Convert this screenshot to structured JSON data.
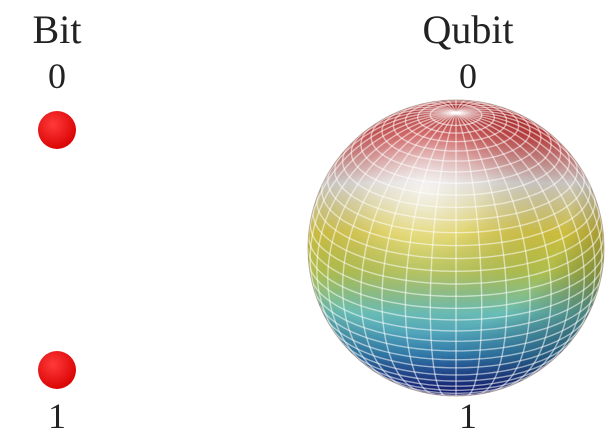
{
  "bit": {
    "title": "Bit",
    "top_state": "0",
    "bottom_state": "1",
    "dot_color": "#ee1111"
  },
  "qubit": {
    "title": "Qubit",
    "top_state": "0",
    "bottom_state": "1",
    "gradient_colors": [
      "#b02020",
      "#d8d8d8",
      "#e0d040",
      "#60c8c0",
      "#2030b0"
    ]
  }
}
